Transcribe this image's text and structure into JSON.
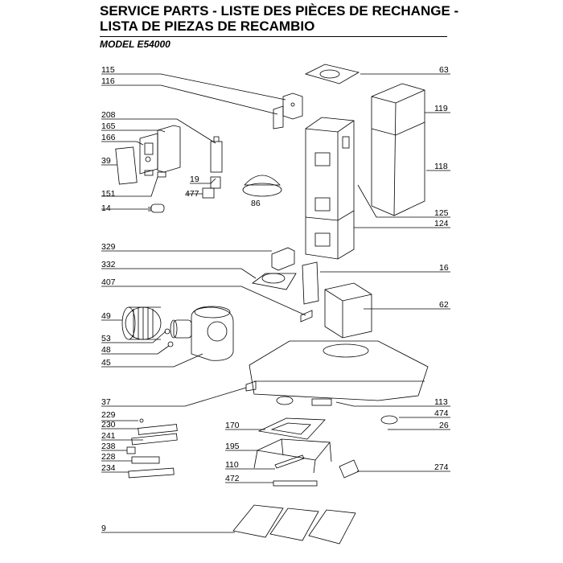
{
  "header": {
    "title_line1": "SERVICE PARTS - LISTE DES PIÈCES DE RECHANGE -",
    "title_line2": "LISTA DE PIEZAS DE RECAMBIO",
    "model": "MODEL E54000"
  },
  "labels": {
    "p115": "115",
    "p116": "116",
    "p208": "208",
    "p165": "165",
    "p166": "166",
    "p39": "39",
    "p19": "19",
    "p477": "477",
    "p151": "151",
    "p14": "14",
    "p86": "86",
    "p63": "63",
    "p119": "119",
    "p118": "118",
    "p125": "125",
    "p124": "124",
    "p329": "329",
    "p332": "332",
    "p407": "407",
    "p16": "16",
    "p62": "62",
    "p49": "49",
    "p53": "53",
    "p48": "48",
    "p45": "45",
    "p37": "37",
    "p113": "113",
    "p474": "474",
    "p26": "26",
    "p229": "229",
    "p230": "230",
    "p241": "241",
    "p238": "238",
    "p228": "228",
    "p234": "234",
    "p170": "170",
    "p195": "195",
    "p110": "110",
    "p472": "472",
    "p274": "274",
    "p9": "9"
  }
}
